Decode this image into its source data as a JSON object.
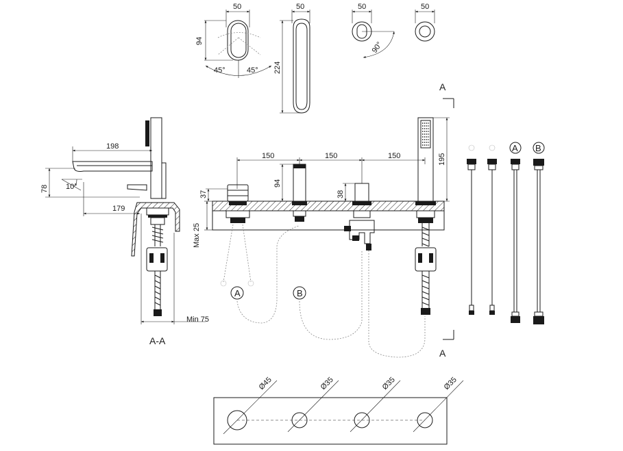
{
  "top_views": {
    "mixer_width": "50",
    "mixer_height": "94",
    "mixer_angle_left": "45°",
    "mixer_angle_right": "45°",
    "spout_width": "50",
    "spout_height": "224",
    "diverter_width": "50",
    "diverter_angle": "90°",
    "cap_width": "50"
  },
  "section": {
    "title": "A-A",
    "spout_reach": "198",
    "base_reach": "179",
    "spout_height": "78",
    "spout_angle": "10°",
    "deck_max": "Max 25",
    "hose_min": "Min 75"
  },
  "front": {
    "spacing_1": "150",
    "spacing_2": "150",
    "spacing_3": "150",
    "mixer_height": "37",
    "spout_height": "94",
    "diverter_height": "38",
    "shower_height": "195",
    "section_marker_top": "A",
    "section_marker_bottom": "A",
    "hose_label_a": "A",
    "hose_label_b": "B"
  },
  "hoses": {
    "label_a": "A",
    "label_b": "B"
  },
  "holes": {
    "d1": "Ø45",
    "d2": "Ø35",
    "d3": "Ø35",
    "d4": "Ø35"
  }
}
